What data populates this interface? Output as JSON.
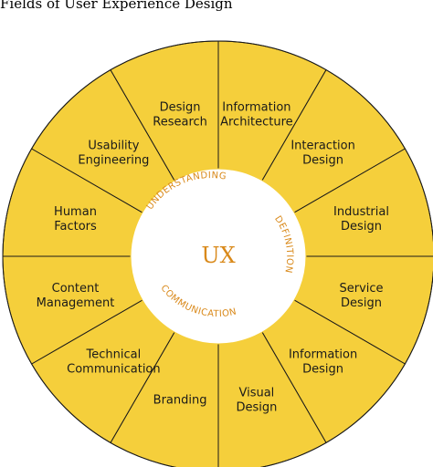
{
  "title": "Fields of User Experience Design",
  "center_label": "UX",
  "colors": {
    "segment_fill": "#F5CF3B",
    "outline": "#1A1A1A",
    "hub_fill": "#FFFFFF",
    "accent_text": "#D9891A"
  },
  "arc_labels": {
    "understanding": "UNDERSTANDING",
    "definition": "DEFINITION",
    "communication": "COMMUNICATION"
  },
  "fields": [
    {
      "lines": [
        "Information",
        "Architecture"
      ]
    },
    {
      "lines": [
        "Interaction",
        "Design"
      ]
    },
    {
      "lines": [
        "Industrial",
        "Design"
      ]
    },
    {
      "lines": [
        "Service",
        "Design"
      ]
    },
    {
      "lines": [
        "Information",
        "Design"
      ]
    },
    {
      "lines": [
        "Visual",
        "Design"
      ]
    },
    {
      "lines": [
        "Branding"
      ]
    },
    {
      "lines": [
        "Technical",
        "Communication"
      ]
    },
    {
      "lines": [
        "Content",
        "Management"
      ]
    },
    {
      "lines": [
        "Human",
        "Factors"
      ]
    },
    {
      "lines": [
        "Usability",
        "Engineering"
      ]
    },
    {
      "lines": [
        "Design",
        "Research"
      ]
    }
  ]
}
